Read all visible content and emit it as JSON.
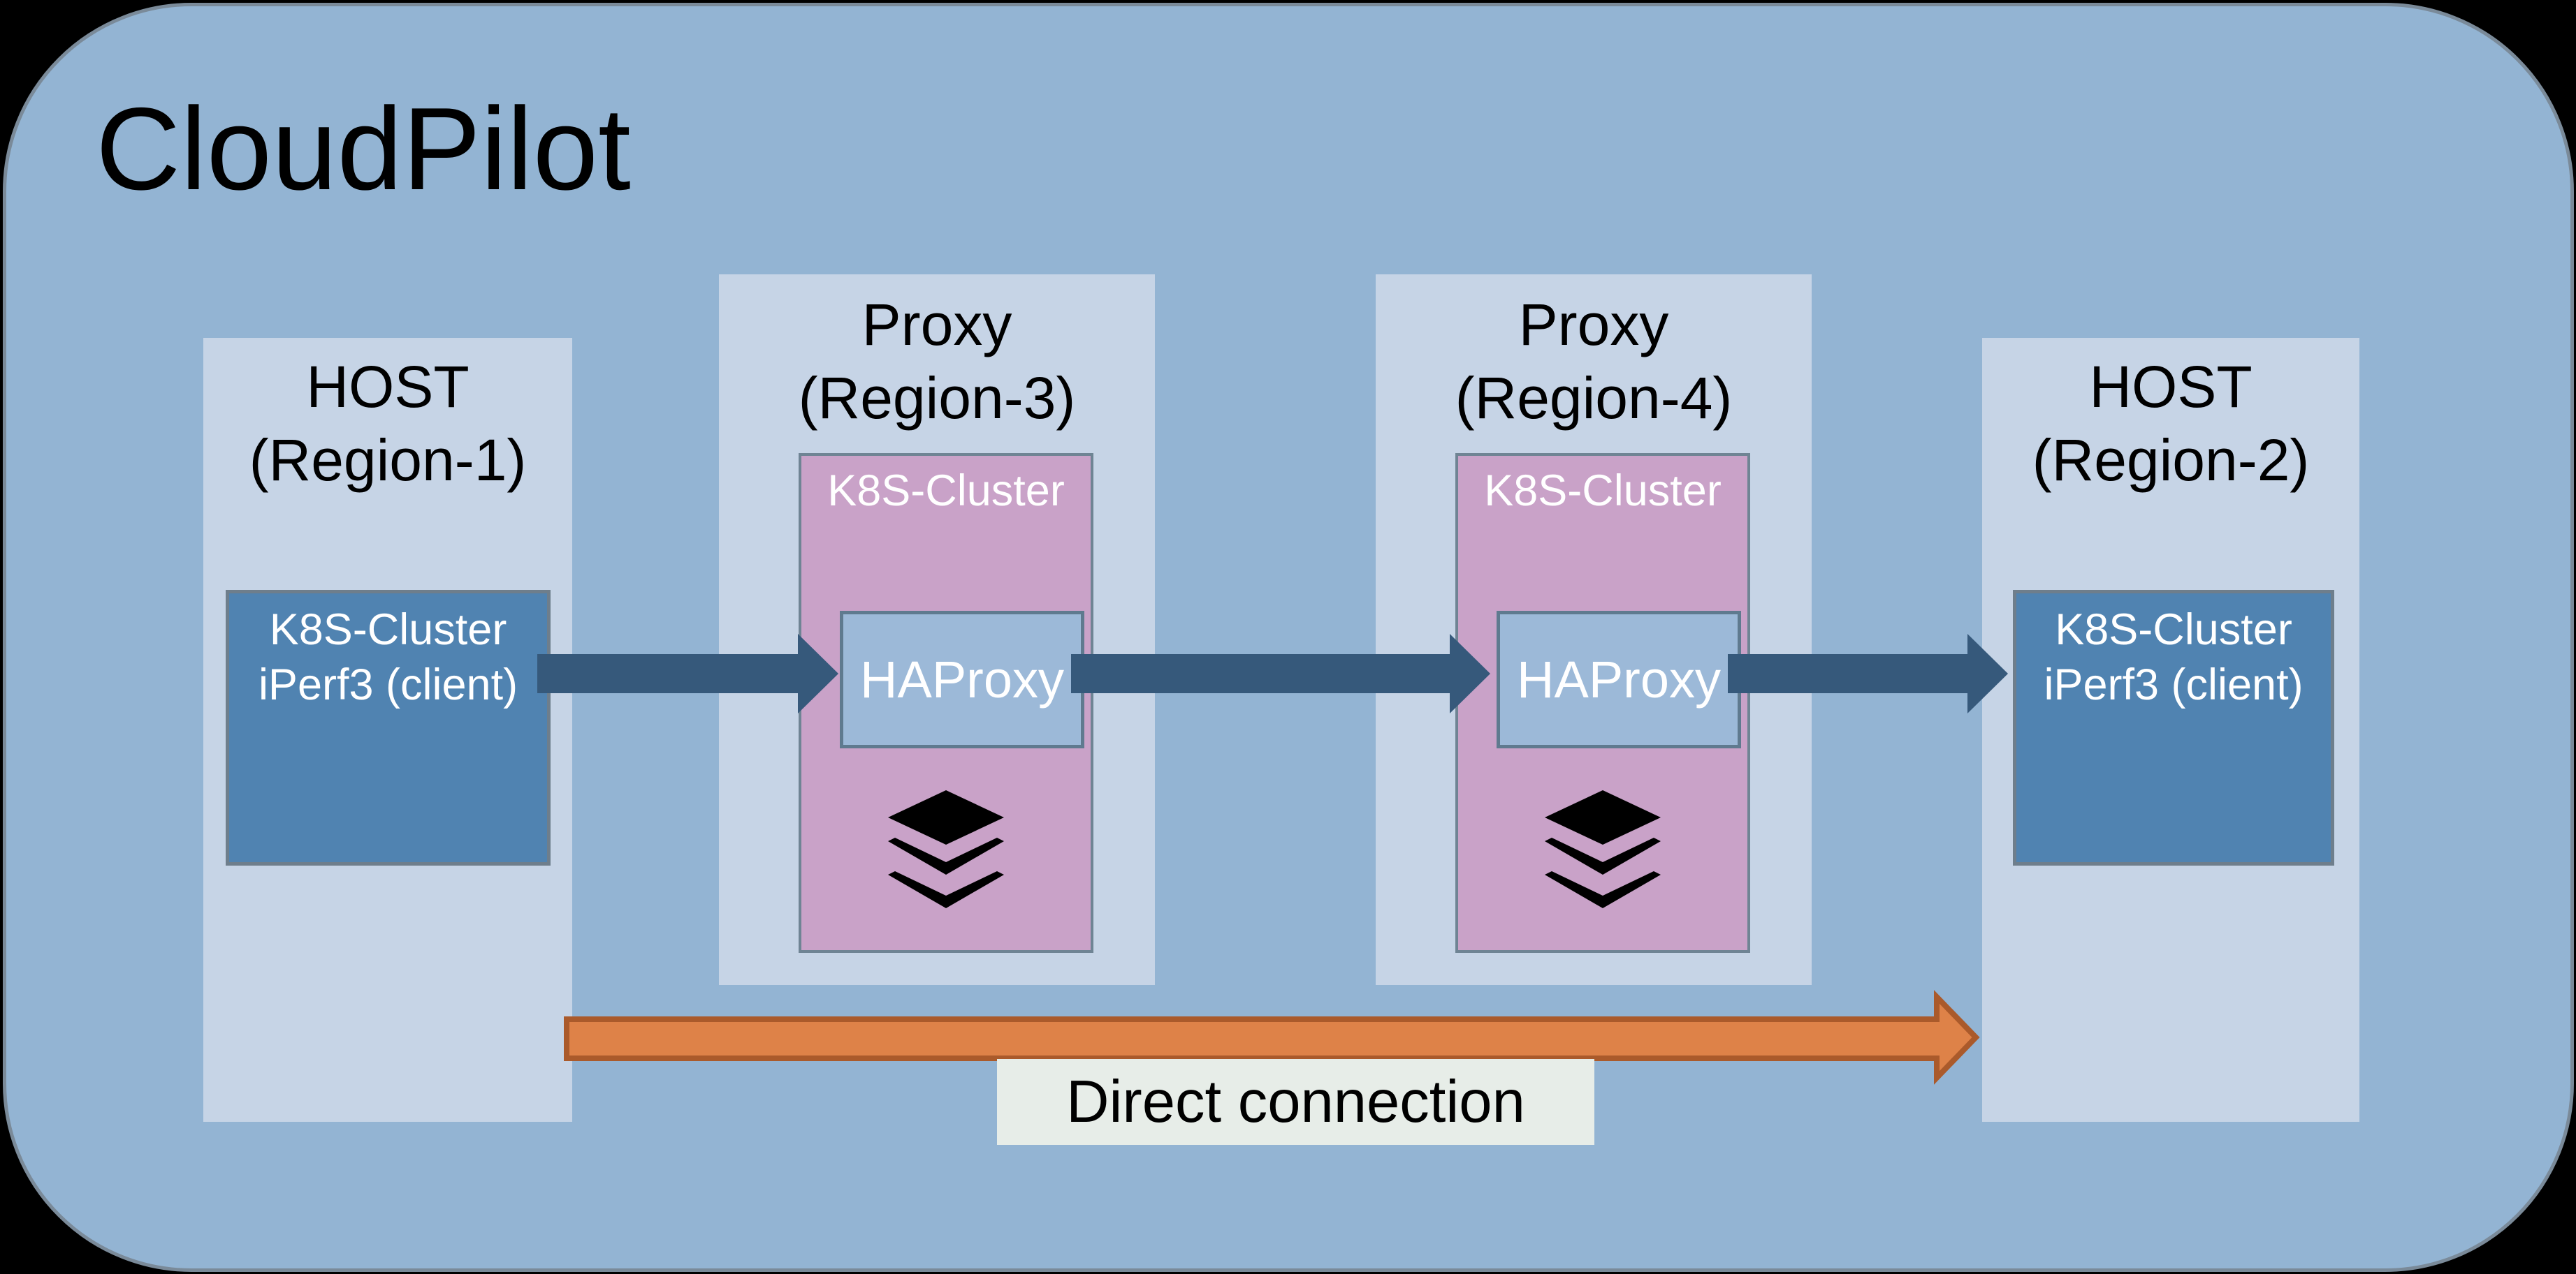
{
  "title": "CloudPilot",
  "diagram": {
    "columns": [
      {
        "type": "host",
        "label_line1": "HOST",
        "label_line2": "(Region-1)",
        "box_line1": "K8S-Cluster",
        "box_line2": "iPerf3 (client)"
      },
      {
        "type": "proxy",
        "label_line1": "Proxy",
        "label_line2": "(Region-3)",
        "cluster_label": "K8S-Cluster",
        "proxy_box_label": "HAProxy"
      },
      {
        "type": "proxy",
        "label_line1": "Proxy",
        "label_line2": "(Region-4)",
        "cluster_label": "K8S-Cluster",
        "proxy_box_label": "HAProxy"
      },
      {
        "type": "host",
        "label_line1": "HOST",
        "label_line2": "(Region-2)",
        "box_line1": "K8S-Cluster",
        "box_line2": "iPerf3 (client)"
      }
    ],
    "direct_connection_label": "Direct connection",
    "icons": {
      "stack": "layers-stack-icon"
    },
    "colors": {
      "background": "#000000",
      "panel_fill": "#93B4D3",
      "panel_border": "#7A8A99",
      "column_fill": "#C6D4E6",
      "host_box_fill": "#5083B1",
      "host_box_border": "#6E7E8C",
      "cluster_fill": "#C9A2C8",
      "cluster_border": "#6F8494",
      "haproxy_fill": "#9CB9D8",
      "haproxy_border": "#5F7A8F",
      "flow_arrow": "#36597B",
      "direct_arrow_fill": "#DE8248",
      "direct_arrow_border": "#AA5A2B",
      "label_box_fill": "#E7EDE8",
      "stack_icon": "#000000"
    }
  }
}
